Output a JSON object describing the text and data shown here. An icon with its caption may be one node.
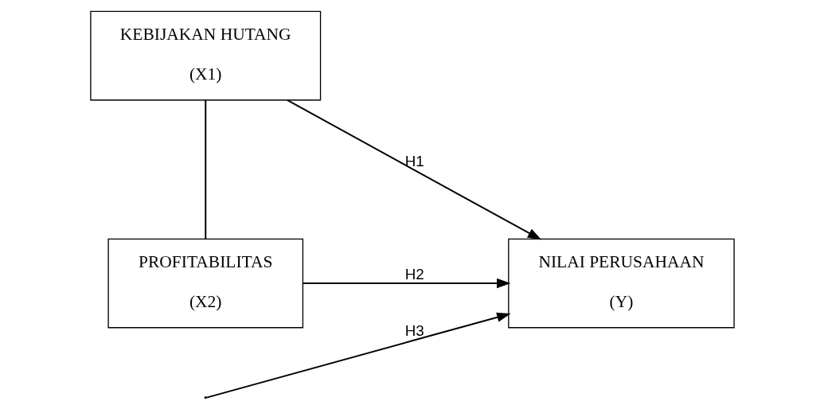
{
  "diagram": {
    "nodes": [
      {
        "text": [
          "KEBIJAKAN HUTANG",
          "(X1)"
        ]
      },
      {
        "text": [
          "NILAI PERUSAHAAN",
          "(Y)"
        ]
      },
      {
        "text": [
          "PROFITABILITAS",
          "(X2)"
        ]
      }
    ],
    "edges": [
      {
        "from": 0,
        "to": 1,
        "arrow": "to",
        "label": "H1"
      },
      {
        "from": 0,
        "to": 2,
        "arrow": "none"
      },
      {
        "from": null,
        "to": 1,
        "arrow": "to",
        "label": "H3"
      },
      {
        "from": 2,
        "to": 1,
        "arrow": "to",
        "label": "H2"
      }
    ]
  }
}
